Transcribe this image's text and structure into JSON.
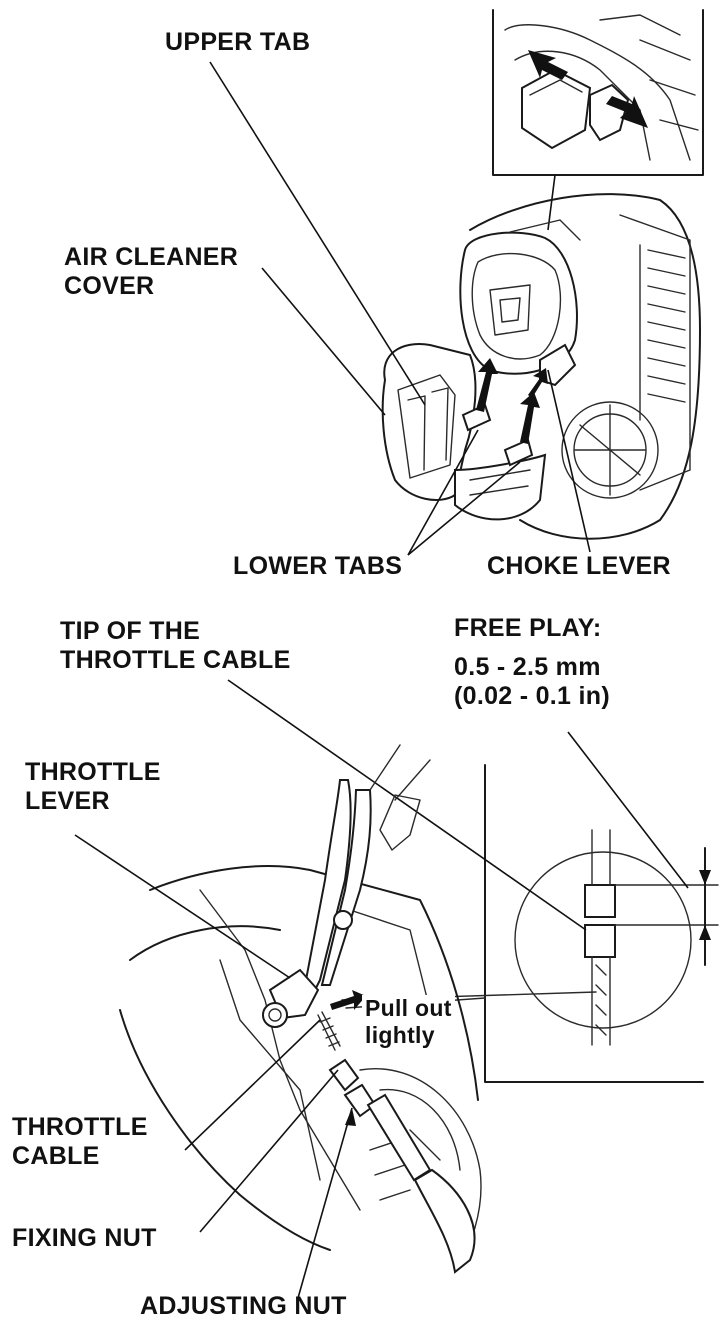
{
  "upper_diagram": {
    "labels": {
      "upper_tab": "UPPER TAB",
      "air_cleaner_cover_line1": "AIR CLEANER",
      "air_cleaner_cover_line2": "COVER",
      "lower_tabs": "LOWER TABS",
      "choke_lever": "CHOKE LEVER"
    }
  },
  "lower_diagram": {
    "labels": {
      "tip_line1": "TIP OF THE",
      "tip_line2": "THROTTLE CABLE",
      "free_play_title": "FREE PLAY:",
      "free_play_mm": "0.5 - 2.5 mm",
      "free_play_in": "(0.02 - 0.1 in)",
      "throttle_lever_line1": "THROTTLE",
      "throttle_lever_line2": "LEVER",
      "pull_out_line1": "Pull out",
      "pull_out_line2": "lightly",
      "throttle_cable_line1": "THROTTLE",
      "throttle_cable_line2": "CABLE",
      "fixing_nut": "FIXING NUT",
      "adjusting_nut": "ADJUSTING NUT"
    }
  }
}
